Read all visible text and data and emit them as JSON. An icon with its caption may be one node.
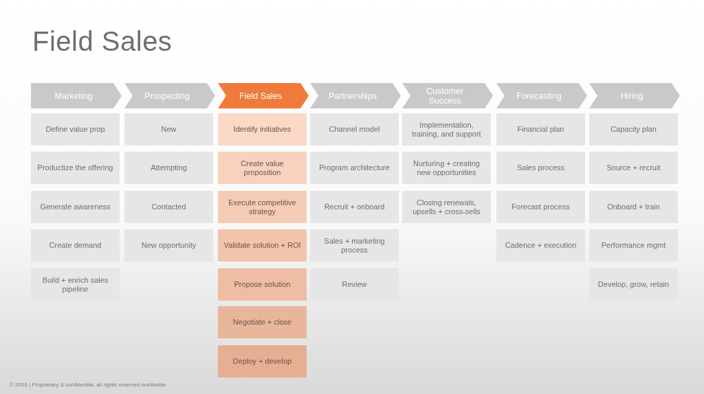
{
  "diagram": {
    "title": "Field Sales",
    "nodes": [
      {
        "text": [
          "Marketing"
        ]
      },
      {
        "text": [
          "Define value prop"
        ]
      },
      {
        "text": [
          "Productize the offering"
        ]
      },
      {
        "text": [
          "Generate awareness"
        ]
      },
      {
        "text": [
          "Create demand"
        ]
      },
      {
        "text": [
          "Build + enrich sales pipeline"
        ]
      },
      {
        "text": [
          "Prospecting"
        ]
      },
      {
        "text": [
          "New"
        ]
      },
      {
        "text": [
          "Attempting"
        ]
      },
      {
        "text": [
          "Contacted"
        ]
      },
      {
        "text": [
          "New opportunity"
        ]
      },
      {
        "text": [
          "Field Sales"
        ]
      },
      {
        "text": [
          "Identify initiatives"
        ]
      },
      {
        "text": [
          "Create value proposition"
        ]
      },
      {
        "text": [
          "Execute competitive strategy"
        ]
      },
      {
        "text": [
          "Validate solution + ROI"
        ]
      },
      {
        "text": [
          "Propose solution"
        ]
      },
      {
        "text": [
          "Negotiate + close"
        ]
      },
      {
        "text": [
          "Deploy + develop"
        ]
      },
      {
        "text": [
          "Partnerships"
        ]
      },
      {
        "text": [
          "Channel model"
        ]
      },
      {
        "text": [
          "Program architecture"
        ]
      },
      {
        "text": [
          "Recruit + onboard"
        ]
      },
      {
        "text": [
          "Sales + marketing process"
        ]
      },
      {
        "text": [
          "Review"
        ]
      },
      {
        "text": [
          "Customer Success"
        ]
      },
      {
        "text": [
          "Implementation, training, and support"
        ]
      },
      {
        "text": [
          "Nurturing + creating new opportunities"
        ]
      },
      {
        "text": [
          "Closing renewals, upsells + cross-sells"
        ]
      },
      {
        "text": [
          "Forecasting"
        ]
      },
      {
        "text": [
          "Financial plan"
        ]
      },
      {
        "text": [
          "Sales process"
        ]
      },
      {
        "text": [
          "Forecast process"
        ]
      },
      {
        "text": [
          "Cadence + execution"
        ]
      },
      {
        "text": [
          "Hiring"
        ]
      },
      {
        "text": [
          "Capacity plan"
        ]
      },
      {
        "text": [
          "Source + recruit"
        ]
      },
      {
        "text": [
          "Onboard + train"
        ]
      },
      {
        "text": [
          "Performance mgmt"
        ]
      },
      {
        "text": [
          "Develop, grow, retain"
        ]
      }
    ],
    "edges": [],
    "labels": [
      "© 2016 | Proprietary & confidential, all rights reserved worldwide"
    ]
  }
}
